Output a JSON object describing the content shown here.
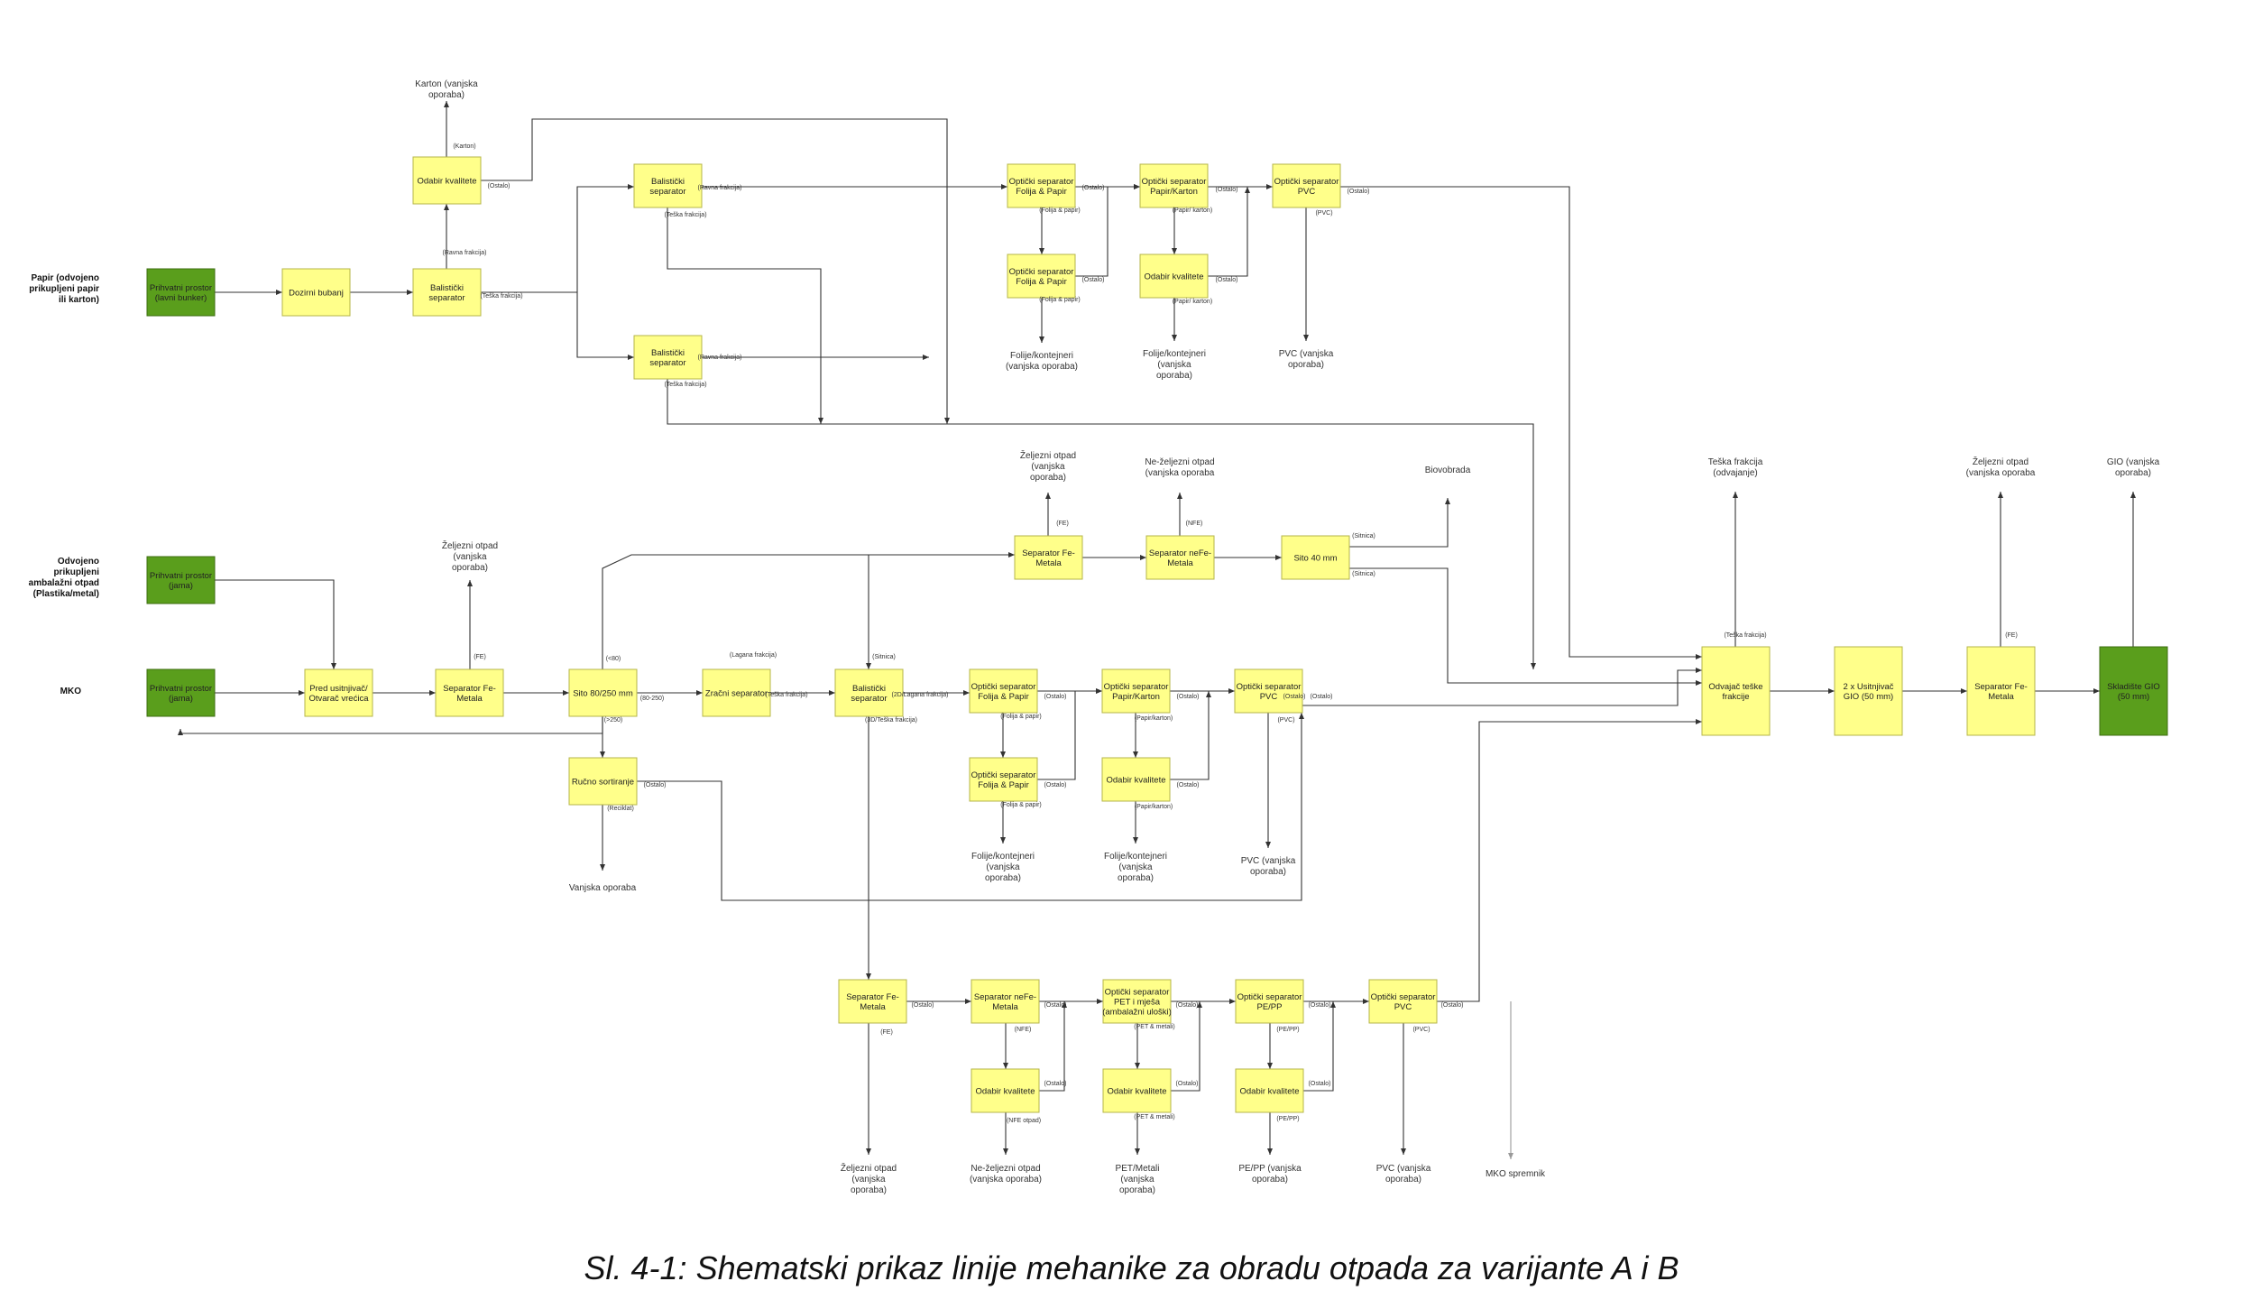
{
  "colors": {
    "process": "#ffff8a",
    "storage": "#5a9e1c",
    "line": "#333333",
    "muted": "#999999"
  },
  "inputs": {
    "paper": [
      "Papir (odvojeno",
      "prikupljeni papir",
      "ili karton)"
    ],
    "plastic": [
      "Odvojeno",
      "prikupljeni",
      "ambalažni otpad",
      "(Plastika/metal)"
    ],
    "mko": [
      "MKO"
    ]
  },
  "nodes": {
    "prih_papir": [
      "Prihvatni prostor",
      "(lavni bunker)"
    ],
    "dozirni": [
      "Dozirni bubanj"
    ],
    "bal_p1": [
      "Balistički",
      "separator"
    ],
    "odabir_top": [
      "Odabir kvalitete"
    ],
    "bal_p2": [
      "Balistički",
      "separator"
    ],
    "bal_p3": [
      "Balistički",
      "separator"
    ],
    "opt_fp1": [
      "Optički separator",
      "Folija & Papir"
    ],
    "opt_fp2": [
      "Optički separator",
      "Folija & Papir"
    ],
    "opt_pk1": [
      "Optički separator",
      "Papir/Karton"
    ],
    "odabir_p1": [
      "Odabir kvalitete"
    ],
    "opt_pvc1": [
      "Optički separator",
      "PVC"
    ],
    "prih_plast": [
      "Prihvatni prostor",
      "(jama)"
    ],
    "prih_mko": [
      "Prihvatni prostor",
      "(jama)"
    ],
    "pred": [
      "Pred usitnjivač/",
      "Otvarač vrećica"
    ],
    "sep_fe1": [
      "Separator Fe-",
      "Metala"
    ],
    "sito": [
      "Sito 80/250 mm"
    ],
    "zracni": [
      "Zračni separator"
    ],
    "bal_m": [
      "Balistički",
      "separator"
    ],
    "rucno": [
      "Ručno sortiranje"
    ],
    "sep_fe2": [
      "Separator Fe-",
      "Metala"
    ],
    "sep_nfe2": [
      "Separator neFe-",
      "Metala"
    ],
    "sito40": [
      "Sito 40 mm"
    ],
    "opt_fp3": [
      "Optički separator",
      "Folija & Papir"
    ],
    "opt_fp4": [
      "Optički separator",
      "Folija & Papir"
    ],
    "opt_pk2": [
      "Optički separator",
      "Papir/Karton"
    ],
    "odabir_p2": [
      "Odabir kvalitete"
    ],
    "opt_pvc2": [
      "Optički separator",
      "PVC"
    ],
    "odvajac": [
      "Odvajač teške",
      "frakcije"
    ],
    "usitnjivac": [
      "2 x Usitnjivač",
      "GIO (50 mm)"
    ],
    "sep_fe3": [
      "Separator Fe-",
      "Metala"
    ],
    "skladiste": [
      "Skladište GIO",
      "(50 mm)"
    ],
    "sep_fe4": [
      "Separator Fe-",
      "Metala"
    ],
    "sep_nfe4": [
      "Separator neFe-",
      "Metala"
    ],
    "opt_pet": [
      "Optički separator",
      "PET i mješa",
      "(ambalažni uloški)"
    ],
    "odabir_nfe": [
      "Odabir kvalitete"
    ],
    "odabir_pet": [
      "Odabir kvalitete"
    ],
    "opt_pepp": [
      "Optički separator",
      "PE/PP"
    ],
    "odabir_pepp": [
      "Odabir kvalitete"
    ],
    "opt_pvc3": [
      "Optički separator",
      "PVC"
    ]
  },
  "outputs": {
    "karton": [
      "Karton (vanjska",
      "oporaba)"
    ],
    "folija1": [
      "Folije/kontejneri",
      "(vanjska oporaba)"
    ],
    "folija1b": [
      "Folije/kontejneri",
      "(vanjska",
      "oporaba)"
    ],
    "pvc1": [
      "PVC (vanjska",
      "oporaba)"
    ],
    "fe_top": [
      "Željezni otpad",
      "(vanjska",
      "oporaba)"
    ],
    "nfe_top": [
      "Ne-željezni otpad",
      "(vanjska oporaba"
    ],
    "bio": [
      "Biovobrada"
    ],
    "fe_plast": [
      "Željezni otpad",
      "(vanjska",
      "oporaba)"
    ],
    "teska": [
      "Teška frakcija",
      "(odvajanje)"
    ],
    "fe_right": [
      "Željezni otpad",
      "(vanjska oporaba"
    ],
    "gio": [
      "GIO (vanjska",
      "oporaba)"
    ],
    "vanjska": [
      "Vanjska oporaba"
    ],
    "folija2": [
      "Folije/kontejneri",
      "(vanjska",
      "oporaba)"
    ],
    "folija2b": [
      "Folije/kontejneri",
      "(vanjska",
      "oporaba)"
    ],
    "pvc2": [
      "PVC (vanjska",
      "oporaba)"
    ],
    "fe_bot": [
      "Željezni otpad",
      "(vanjska",
      "oporaba)"
    ],
    "nfe_bot": [
      "Ne-željezni otpad",
      "(vanjska oporaba)"
    ],
    "pet_out": [
      "PET/Metali",
      "(vanjska",
      "oporaba)"
    ],
    "pepp_out": [
      "PE/PP (vanjska",
      "oporaba)"
    ],
    "pvc3": [
      "PVC (vanjska",
      "oporaba)"
    ],
    "mko_spr": [
      "MKO spremnik"
    ]
  },
  "labels": {
    "l_karton": "(Karton)",
    "l_ostalo1": "(Ostalo)",
    "l_ravne1": "(Ravna frakcija)",
    "l_teska1": "(Teška frakcija)",
    "l_ravne2": "(Ravna frakcija)",
    "l_teska2": "(Teška frakcija)",
    "l_ravne3": "(Ravna frakcija)",
    "l_teska3": "(Teška frakcija)",
    "l_folija_papir1": "(Folija & papir)",
    "l_ostalo2": "(Ostalo)",
    "l_folija_papir2": "(Folija & papir)",
    "l_ostalo3": "(Ostalo)",
    "l_papir_karton1": "(Papir/ karton)",
    "l_ostalo4": "(Ostalo)",
    "l_papir_karton2": "(Papir/ karton)",
    "l_ostalo5": "(Ostalo)",
    "l_ostalo6": "(Ostalo)",
    "l_pvc1": "(PVC)",
    "l_fe1": "(FE)",
    "l_nfe1": "(NFE)",
    "l_sitnica1": "(Sitnica)",
    "l_sitnica2": "(Sitnica)",
    "l_fe2": "(FE)",
    "l_lt80": "(<80)",
    "l_gt250": "(>250)",
    "l_80_250": "(80-250)",
    "l_lagana": "(Lagana frakcija)",
    "l_teska4": "(Teška frakcija)",
    "l_sitnica3": "(Sitnica)",
    "l_2d": "(2D/Lagana frakcija)",
    "l_3d": "(3D/Teška frakcija)",
    "l_folija_papir3": "(Folija & papir)",
    "l_ostalo7": "(Ostalo)",
    "l_folija_papir4": "(Folija & papir)",
    "l_ostalo8": "(Ostalo)",
    "l_papir_karton3": "(Papir/karton)",
    "l_ostalo9": "(Ostalo)",
    "l_papir_karton4": "(Papir/karton)",
    "l_ostalo10": "(Ostalo)",
    "l_ostalo11": "(Ostalo)",
    "l_pvc2": "(PVC)",
    "l_reciklat": "(Reciklat)",
    "l_ostalo12": "(Ostalo)",
    "l_teska5": "(Teška frakcija)",
    "l_fe3": "(FE)",
    "l_fe4": "(FE)",
    "l_ostalo13": "(Ostalo)",
    "l_nfe2": "(NFE)",
    "l_ostalo14": "(Ostalo)",
    "l_ostalo15": "(Ostalo)",
    "l_nfe_otpad": "(NFE otpad)",
    "l_pet_metali1": "(PET & metali)",
    "l_ostalo16": "(Ostalo)",
    "l_pet_metali2": "(PET & metali)",
    "l_ostalo17": "(Ostalo)",
    "l_ostalo18": "(Ostalo)",
    "l_pepp1": "(PE/PP)",
    "l_ostalo19": "(Ostalo)",
    "l_pepp2": "(PE/PP)",
    "l_ostalo20": "(Ostalo)",
    "l_pvc3": "(PVC)",
    "l_ostalo21": "(Ostalo)"
  },
  "caption": "Sl. 4-1: Shematski prikaz linije mehanike za obradu otpada za varijante A i B"
}
